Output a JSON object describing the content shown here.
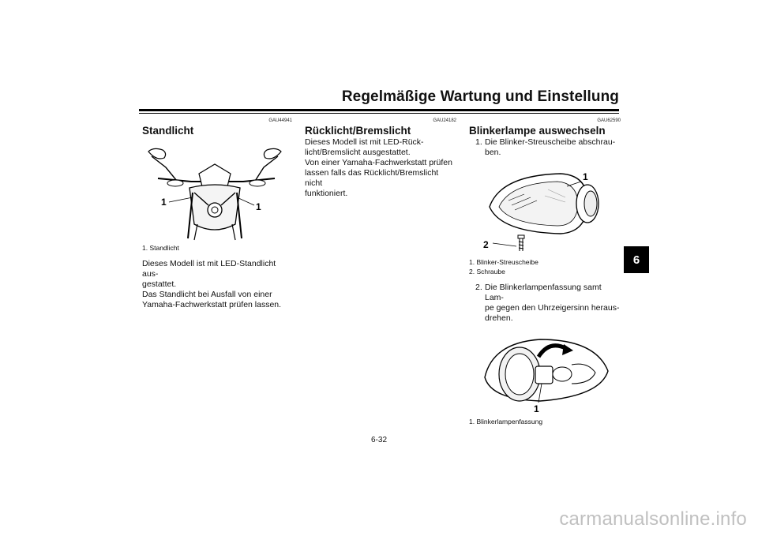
{
  "header": {
    "title": "Regelmäßige Wartung und Einstellung"
  },
  "chapter_tab": "6",
  "section1": {
    "code": "GAU44941",
    "heading": "Standlicht",
    "figure_callouts": [
      "1",
      "1"
    ],
    "captions": [
      "1. Standlicht"
    ],
    "paragraphs": [
      "Dieses Modell ist mit LED-Standlicht aus-",
      "gestattet.",
      "Das Standlicht bei Ausfall von einer",
      "Yamaha-Fachwerkstatt prüfen lassen."
    ]
  },
  "section2": {
    "code": "GAU24182",
    "heading": "Rücklicht/Bremslicht",
    "paragraphs": [
      "Dieses Modell ist mit LED-Rück-",
      "licht/Bremslicht ausgestattet.",
      "Von einer Yamaha-Fachwerkstatt prüfen",
      "lassen falls das Rücklicht/Bremslicht nicht",
      "funktioniert."
    ]
  },
  "section3": {
    "code": "GAU62590",
    "heading": "Blinkerlampe auswechseln",
    "step1": {
      "num": "1.",
      "lines": [
        "Die Blinker-Streuscheibe abschrau-",
        "ben."
      ]
    },
    "figure1_callouts": [
      "1",
      "2"
    ],
    "captions1": [
      "1. Blinker-Streuscheibe",
      "2. Schraube"
    ],
    "step2": {
      "num": "2.",
      "lines": [
        "Die Blinkerlampenfassung samt Lam-",
        "pe gegen den Uhrzeigersinn heraus-",
        "drehen."
      ]
    },
    "figure2_callouts": [
      "1"
    ],
    "captions2": [
      "1. Blinkerlampenfassung"
    ]
  },
  "page_number": "6-32",
  "watermark": "carmanualsonline.info"
}
